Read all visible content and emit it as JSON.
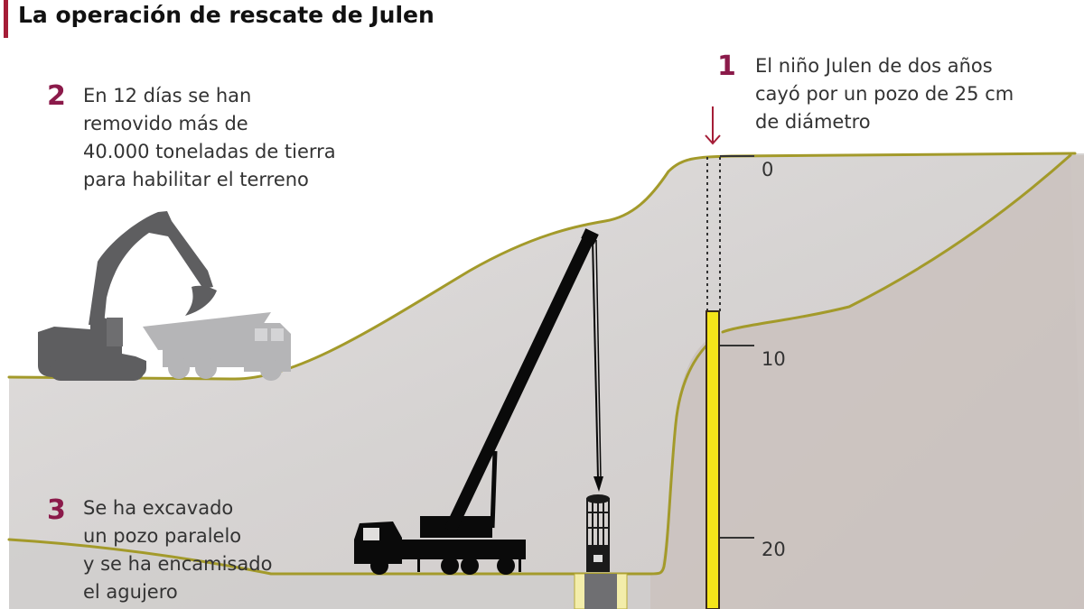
{
  "header": {
    "title": "La operación de rescate de Julen",
    "accent_color": "#a51d37"
  },
  "notes": [
    {
      "number": "1",
      "lines": [
        "El niño Julen de dos años",
        "cayó por un pozo de 25 cm",
        "de diámetro"
      ]
    },
    {
      "number": "2",
      "lines": [
        "En 12 días se han",
        "removido más de",
        "40.000 toneladas de tierra",
        "para habilitar el terreno"
      ]
    },
    {
      "number": "3",
      "lines": [
        "Se ha excavado",
        "un pozo paralelo",
        "y se ha encamisado",
        "el agujero"
      ]
    }
  ],
  "depth_scale": {
    "unit": "m",
    "labels": [
      "0",
      "10",
      "20"
    ]
  },
  "icons": [
    "arrow-down-icon",
    "excavator-icon",
    "dump-truck-icon",
    "crane-truck-icon",
    "rescue-capsule-icon"
  ],
  "colors": {
    "number_color": "#8b1a4a",
    "terrain_outline": "#a39a2a",
    "ground_fill": "#d9d7d6",
    "shaft_fill": "#f5e51a",
    "excavator": "#5e5e60",
    "truck": "#b5b5b7",
    "crane": "#0a0a0a"
  }
}
